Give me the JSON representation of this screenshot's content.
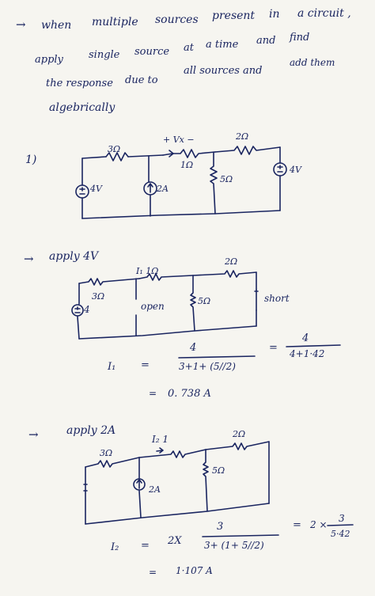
{
  "notes": {
    "arrow": "→",
    "line1_a": "when",
    "line1_b": "multiple",
    "line1_c": "sources",
    "line1_d": "present",
    "line1_e": "in",
    "line1_f": "a circuit ,",
    "line2_a": "apply",
    "line2_b": "single",
    "line2_c": "source",
    "line2_d": "at",
    "line2_e": "a time",
    "line2_f": "and",
    "line2_g": "find",
    "line3_a": "the response",
    "line3_b": "due to",
    "line3_c": "all sources and",
    "line3_d": "add them",
    "line4": "algebrically"
  },
  "circuit1": {
    "label": "1)",
    "r1": "3Ω",
    "vx": "+ Vx −",
    "r2": "1Ω",
    "r3": "2Ω",
    "r4": "5Ω",
    "src1": "4V",
    "src2": "2A",
    "src3": "4V"
  },
  "case1": {
    "arrow": "→",
    "title": "apply 4V",
    "r1": "3Ω",
    "i1": "I₁ 1Ω",
    "r3": "2Ω",
    "src": "4",
    "open": "open",
    "r4": "5Ω",
    "short": "short",
    "eq_lhs": "I₁",
    "eq_sign": "=",
    "frac_num": "4",
    "frac_den": "3+1+ (5//2)",
    "eq2_sign": "=",
    "frac2_num": "4",
    "frac2_den": "4+1·42",
    "result_sign": "=",
    "result": "0. 738 A"
  },
  "case2": {
    "arrow": "→",
    "title": "apply 2A",
    "r1": "3Ω",
    "i2": "I₂  1",
    "r3": "2Ω",
    "r4": "5Ω",
    "src": "2A",
    "eq_lhs": "I₂",
    "eq_sign": "=",
    "coef": "2X",
    "frac_num": "3",
    "frac_den": "3+ (1+ 5//2)",
    "eq2_sign": "=",
    "eq2_coef": "2 ×",
    "frac2_num": "3",
    "frac2_den": "5·42",
    "result_sign": "=",
    "result": "1·107 A"
  }
}
